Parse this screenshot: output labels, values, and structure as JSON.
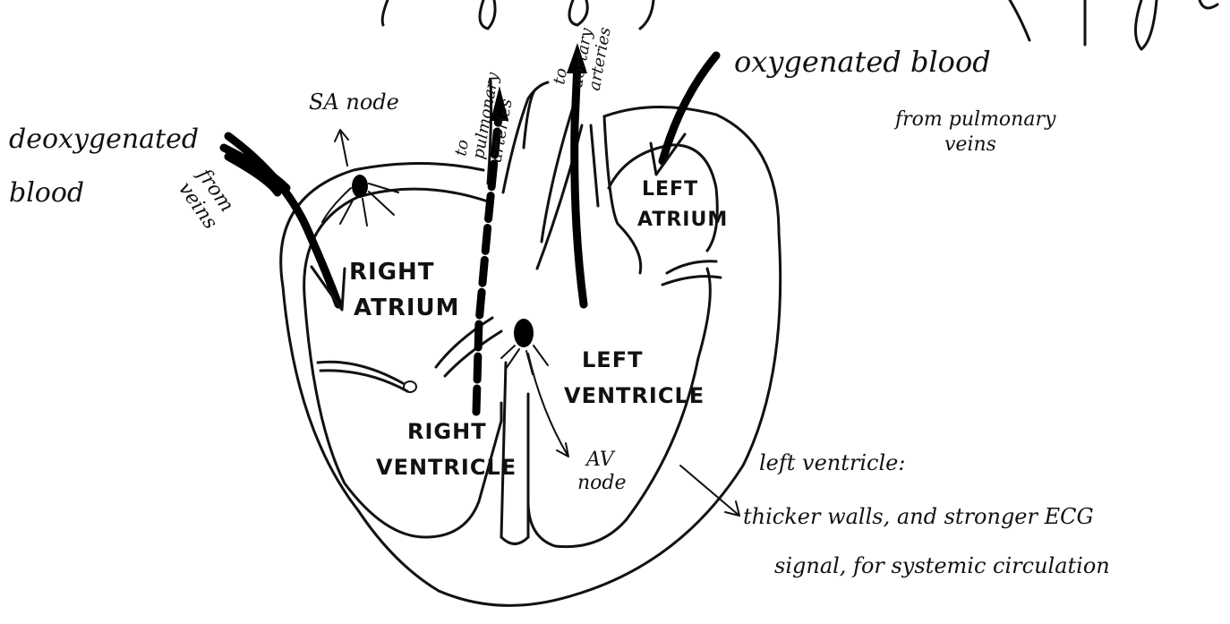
{
  "labels": {
    "deoxygenated_blood": "deoxygenated blood",
    "from_veins": "from veins",
    "sa_node": "SA node",
    "to_pulmonary_arteries": "to pulmonary arteries",
    "to_aortary_arteries": "to aortary arteries",
    "oxygenated_blood": "oxygenated blood",
    "from_pulmonary_veins": "from pulmonary veins",
    "left_atrium": "LEFT ATRIUM",
    "right_atrium": "RIGHT ATRIUM",
    "left_ventricle": "LEFT VENTRICLE",
    "right_ventricle": "RIGHT VENTRICLE",
    "av_node": "AV node",
    "lv_note_title": "left ventricle:",
    "lv_note_line1": "thicker walls, and stronger ECG",
    "lv_note_line2": "signal, for systemic circulation"
  }
}
